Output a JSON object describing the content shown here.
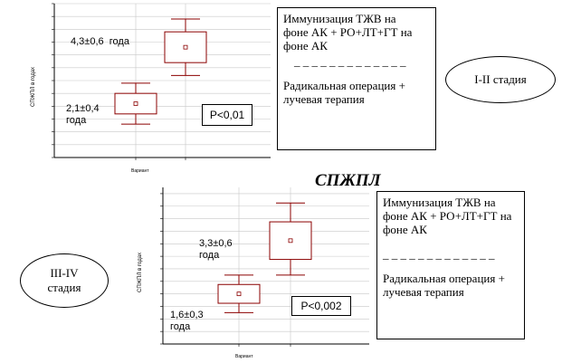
{
  "center_title": "СПЖПЛ",
  "colors": {
    "box": "#8b0000",
    "grid": "#c8c8c8",
    "axis": "#000000"
  },
  "chart_data": [
    {
      "type": "boxplot",
      "ylabel": "СПЖПЛ в годах",
      "xlabel": "Вариант",
      "ylim": [
        0,
        6
      ],
      "yticks": [
        0,
        0.5,
        1,
        1.5,
        2,
        2.5,
        3,
        3.5,
        4,
        4.5,
        5,
        5.5,
        6
      ],
      "grid": true,
      "series": [
        {
          "label_value": "2,1±0,4",
          "label_unit": "года",
          "median": 2.1,
          "box_low": 1.7,
          "box_high": 2.5,
          "whisker_low": 1.3,
          "whisker_high": 2.9
        },
        {
          "label_value": "4,3±0,6",
          "label_unit": "года",
          "median": 4.3,
          "box_low": 3.7,
          "box_high": 4.9,
          "whisker_low": 3.2,
          "whisker_high": 5.4
        }
      ],
      "p_value": "P<0,01"
    },
    {
      "type": "boxplot",
      "ylabel": "СПЖПЛ в годах",
      "xlabel": "Вариант",
      "ylim": [
        0,
        5
      ],
      "yticks": [
        0,
        0.4,
        0.8,
        1.2,
        1.6,
        2,
        2.4,
        2.8,
        3.2,
        3.6,
        4,
        4.4,
        4.8
      ],
      "grid": true,
      "series": [
        {
          "label_value": "1,6±0,3",
          "label_unit": "года",
          "median": 1.6,
          "box_low": 1.3,
          "box_high": 1.9,
          "whisker_low": 1.0,
          "whisker_high": 2.2
        },
        {
          "label_value": "3,3±0,6",
          "label_unit": "года",
          "median": 3.3,
          "box_low": 2.7,
          "box_high": 3.9,
          "whisker_low": 2.2,
          "whisker_high": 4.5
        }
      ],
      "p_value": "P<0,002"
    }
  ],
  "legend_top": {
    "line1": "Иммунизация ТЖВ на",
    "line2": "фоне АК + РО+ЛТ+ГТ на",
    "line3": "фоне АК",
    "dash": "_ _ _ _ _ _ _ _ _ _ _ _ _",
    "line4": "Радикальная операция +",
    "line5": "лучевая терапия"
  },
  "legend_bottom": {
    "line1": "Иммунизация ТЖВ на",
    "line2": "фоне АК + РО+ЛТ+ГТ на",
    "line3": "фоне АК",
    "dash": "_ _ _ _ _ _ _ _ _ _ _ _ _",
    "line4": "Радикальная операция +",
    "line5": "лучевая терапия"
  },
  "stage_top": "I-II стадия",
  "stage_bottom_1": "III-IV",
  "stage_bottom_2": "стадия"
}
